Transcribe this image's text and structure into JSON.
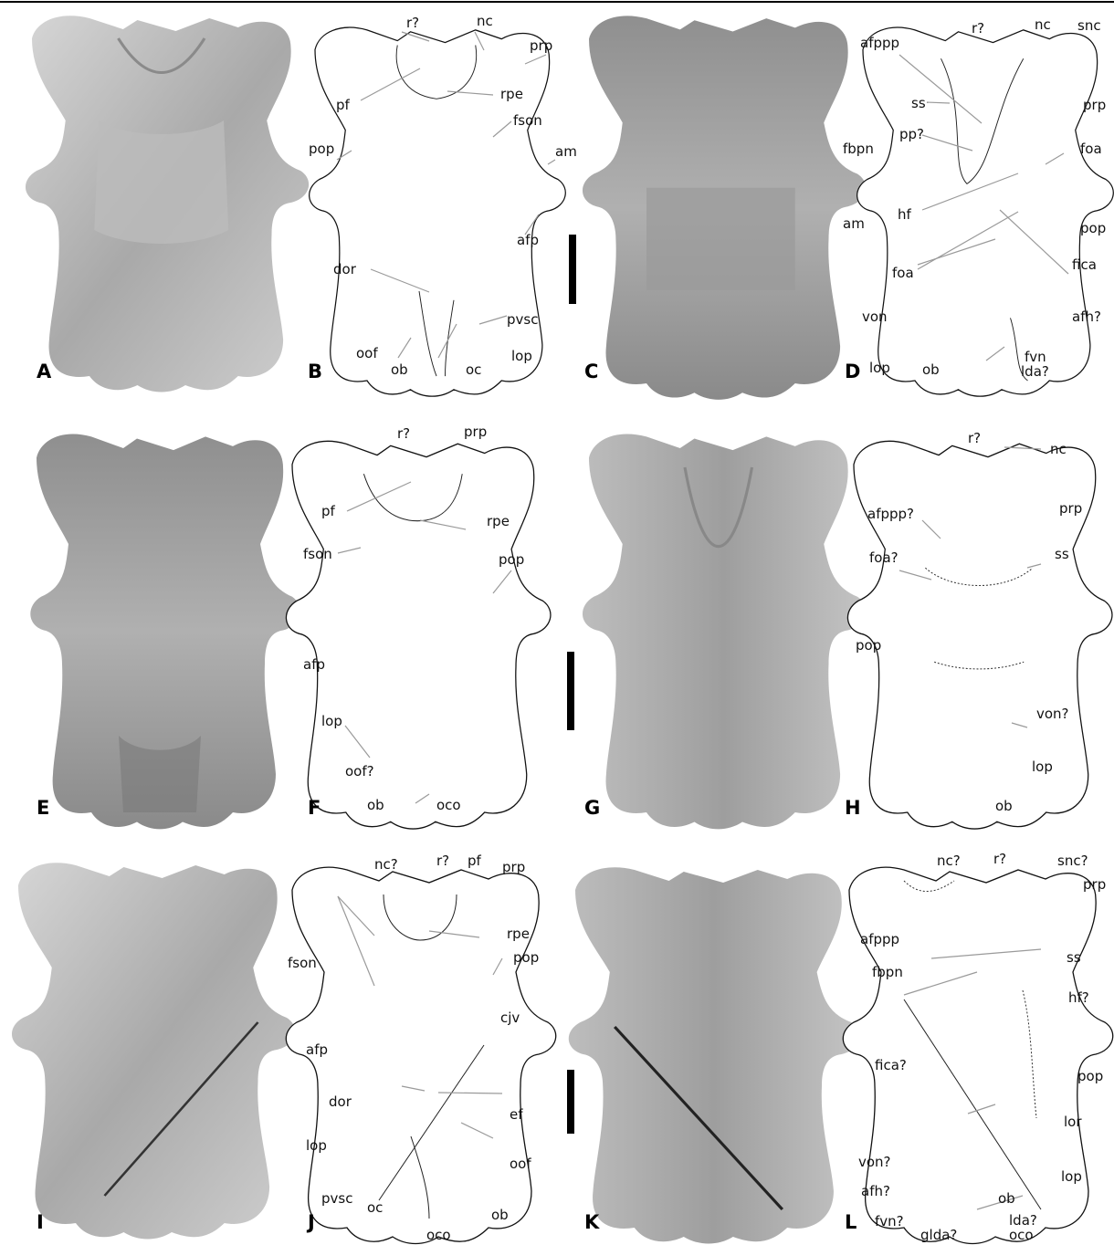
{
  "panel_letters": [
    "A",
    "B",
    "C",
    "D",
    "E",
    "F",
    "G",
    "H",
    "I",
    "J",
    "K",
    "L"
  ],
  "colors": {
    "photo_light": "#c9c9c9",
    "photo_dark": "#6e6e6e",
    "outline": "#111111",
    "leader": "#9a9a9a"
  },
  "labels": {
    "B": [
      "r?",
      "nc",
      "prp",
      "rpe",
      "pf",
      "fson",
      "pop",
      "am",
      "afp",
      "dor",
      "pvsc",
      "oof",
      "ob",
      "oc",
      "lop"
    ],
    "D": [
      "afppp",
      "r?",
      "nc",
      "snc",
      "ss",
      "prp",
      "pp?",
      "fbpn",
      "foa",
      "am",
      "pop",
      "hf",
      "fica",
      "foa",
      "von",
      "afh?",
      "lop",
      "ob",
      "lda?",
      "fvn"
    ],
    "F": [
      "r?",
      "prp",
      "pf",
      "rpe",
      "fson",
      "pop",
      "afp",
      "lop",
      "oof?",
      "ob",
      "oco"
    ],
    "H": [
      "r?",
      "nc",
      "prp",
      "afppp?",
      "ss",
      "foa?",
      "pop",
      "von?",
      "lop",
      "ob"
    ],
    "J": [
      "nc?",
      "r?",
      "pf",
      "prp",
      "rpe",
      "fson",
      "pop",
      "afp",
      "cjv",
      "dor",
      "ef",
      "lop",
      "oof",
      "pvsc",
      "oc",
      "ob",
      "oco"
    ],
    "L": [
      "nc?",
      "r?",
      "snc?",
      "prp",
      "afppp",
      "ss",
      "fbpn",
      "hf?",
      "fica?",
      "pop",
      "lor",
      "von?",
      "lop",
      "afh?",
      "fvn?",
      "ob",
      "glda?",
      "lda?",
      "oco"
    ]
  }
}
